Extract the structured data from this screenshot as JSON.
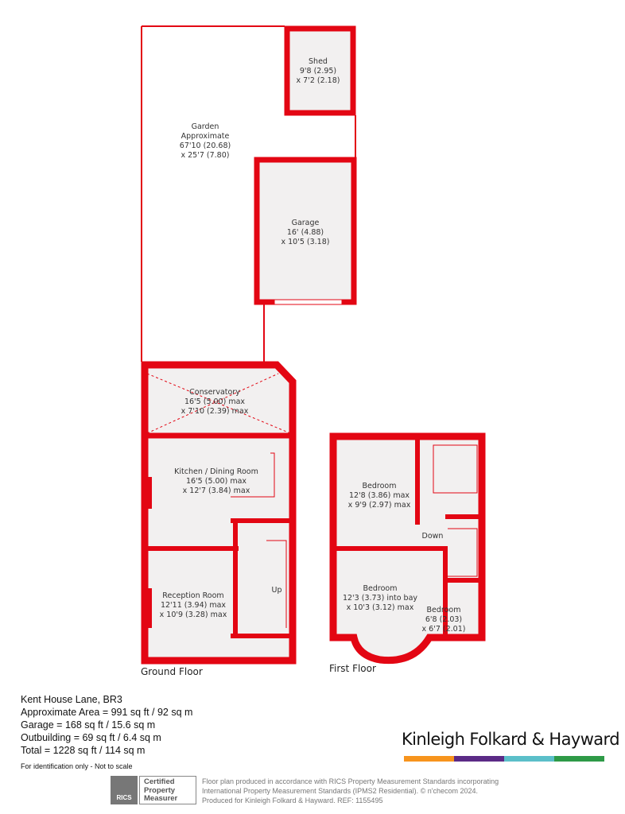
{
  "colors": {
    "wall": "#e30613",
    "floor": "#f2f0f0",
    "stripe": [
      "#f7941d",
      "#5b2a86",
      "#5bbfc9",
      "#2e9a47"
    ]
  },
  "rooms": {
    "shed": {
      "name": "Shed",
      "dim1": "9'8 (2.95)",
      "dim2": "x 7'2 (2.18)"
    },
    "garden": {
      "name": "Garden",
      "sub": "Approximate",
      "dim1": "67'10 (20.68)",
      "dim2": "x 25'7 (7.80)"
    },
    "garage": {
      "name": "Garage",
      "dim1": "16' (4.88)",
      "dim2": "x 10'5 (3.18)"
    },
    "conservatory": {
      "name": "Conservatory",
      "dim1": "16'5 (5.00) max",
      "dim2": "x 7'10 (2.39) max"
    },
    "kitchen": {
      "name": "Kitchen  / Dining Room",
      "dim1": "16'5 (5.00) max",
      "dim2": "x 12'7 (3.84) max"
    },
    "reception": {
      "name": "Reception Room",
      "dim1": "12'11 (3.94) max",
      "dim2": "x 10'9 (3.28) max"
    },
    "up": "Up",
    "bedroom1": {
      "name": "Bedroom",
      "dim1": "12'8 (3.86) max",
      "dim2": "x 9'9 (2.97) max"
    },
    "bedroom2": {
      "name": "Bedroom",
      "dim1": "12'3 (3.73) into bay",
      "dim2": "x 10'3 (3.12) max"
    },
    "bedroom3": {
      "name": "Bedroom",
      "dim1": "6'8 (2.03)",
      "dim2": "x 6'7 (2.01)"
    },
    "down": "Down"
  },
  "floors": {
    "ground": "Ground Floor",
    "first": "First Floor"
  },
  "info": {
    "address": "Kent House Lane, BR3",
    "area": "Approximate Area = 991 sq ft / 92 sq m",
    "garage": "Garage = 168 sq ft / 15.6 sq m",
    "outbuilding": "Outbuilding = 69 sq ft / 6.4 sq m",
    "total": "Total = 1228 sq ft / 114 sq m",
    "disclaimer": "For identification only - Not to scale"
  },
  "brand": "Kinleigh Folkard & Hayward",
  "rics": {
    "logo": "RICS",
    "badge": [
      "Certified",
      "Property",
      "Measurer"
    ]
  },
  "footer": [
    "Floor plan produced in accordance with RICS Property Measurement Standards incorporating",
    "International Property Measurement Standards (IPMS2 Residential).  © n'checom 2024.",
    "Produced for Kinleigh Folkard & Hayward.   REF: 1155495"
  ]
}
